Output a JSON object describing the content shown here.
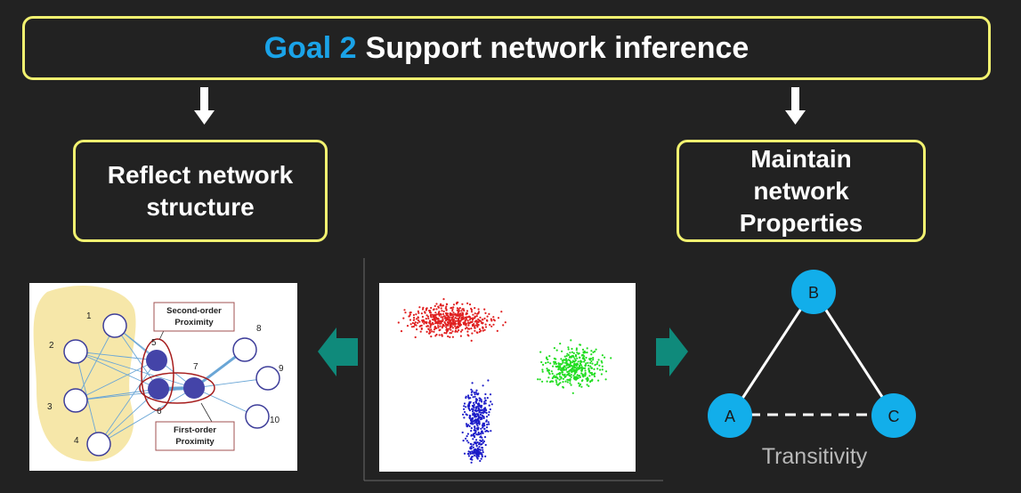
{
  "goal": {
    "prefix": "Goal 2",
    "title": "Support network inference",
    "accent_color": "#1aa3e8"
  },
  "left_box": {
    "line1": "Reflect network",
    "line2": "structure"
  },
  "right_box": {
    "line1": "Maintain",
    "line2": "network",
    "line3": "Properties"
  },
  "proximity_diagram": {
    "second_order_label_1": "Second-order",
    "second_order_label_2": "Proximity",
    "first_order_label_1": "First-order",
    "first_order_label_2": "Proximity",
    "nodes": [
      "1",
      "2",
      "3",
      "4",
      "5",
      "6",
      "7",
      "8",
      "9",
      "10"
    ]
  },
  "triangle": {
    "nodes": [
      "A",
      "B",
      "C"
    ],
    "caption": "Transitivity",
    "node_color": "#12aeea"
  },
  "colors": {
    "box_border": "#f2f270",
    "teal_arrow": "#0f8a7b",
    "background": "#222222"
  }
}
